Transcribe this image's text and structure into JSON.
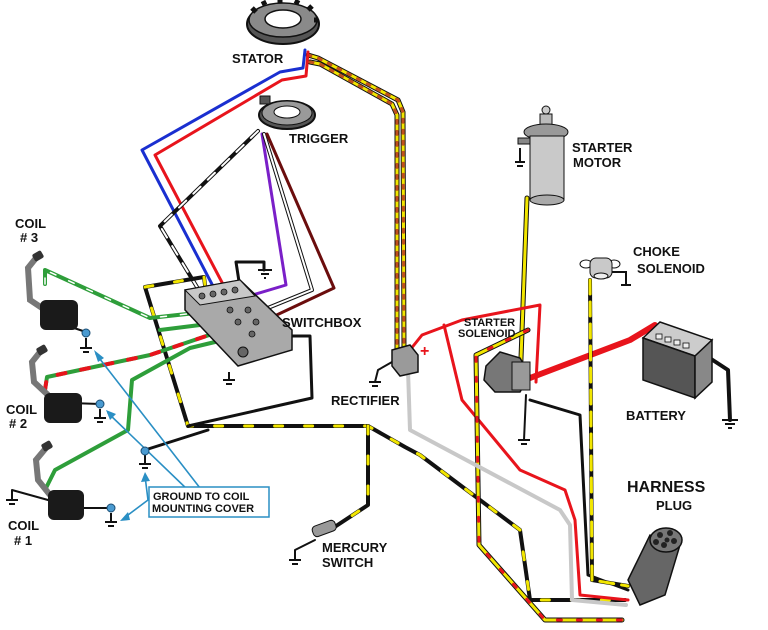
{
  "diagram": {
    "title": "Outboard Ignition & Starting Wiring Diagram",
    "components": {
      "stator": "STATOR",
      "trigger": "TRIGGER",
      "coil3": [
        "COIL",
        "# 3"
      ],
      "coil2": [
        "COIL",
        "# 2"
      ],
      "coil1": [
        "COIL",
        "# 1"
      ],
      "switchbox": "SWITCHBOX",
      "rectifier": "RECTIFIER",
      "starter_motor": [
        "STARTER",
        "MOTOR"
      ],
      "starter_solenoid": [
        "STARTER",
        "SOLENOID"
      ],
      "choke_solenoid": [
        "CHOKE",
        "SOLENOID"
      ],
      "battery": "BATTERY",
      "harness_plug": [
        "HARNESS",
        "PLUG"
      ],
      "mercury_switch": [
        "MERCURY",
        "SWITCH"
      ]
    },
    "callout": [
      "GROUND TO COIL",
      "MOUNTING COVER"
    ],
    "plus_sign": "+",
    "wire_colors": {
      "blue": "#1a2fd0",
      "red": "#e8141c",
      "purple": "#7a1fc8",
      "brown": "#6b0d0d",
      "green": "#2e9e3a",
      "yellow": "#f2e600",
      "black": "#111111",
      "white": "#ffffff",
      "gray": "#c8c8c8",
      "callout": "#2a8fc4"
    }
  }
}
